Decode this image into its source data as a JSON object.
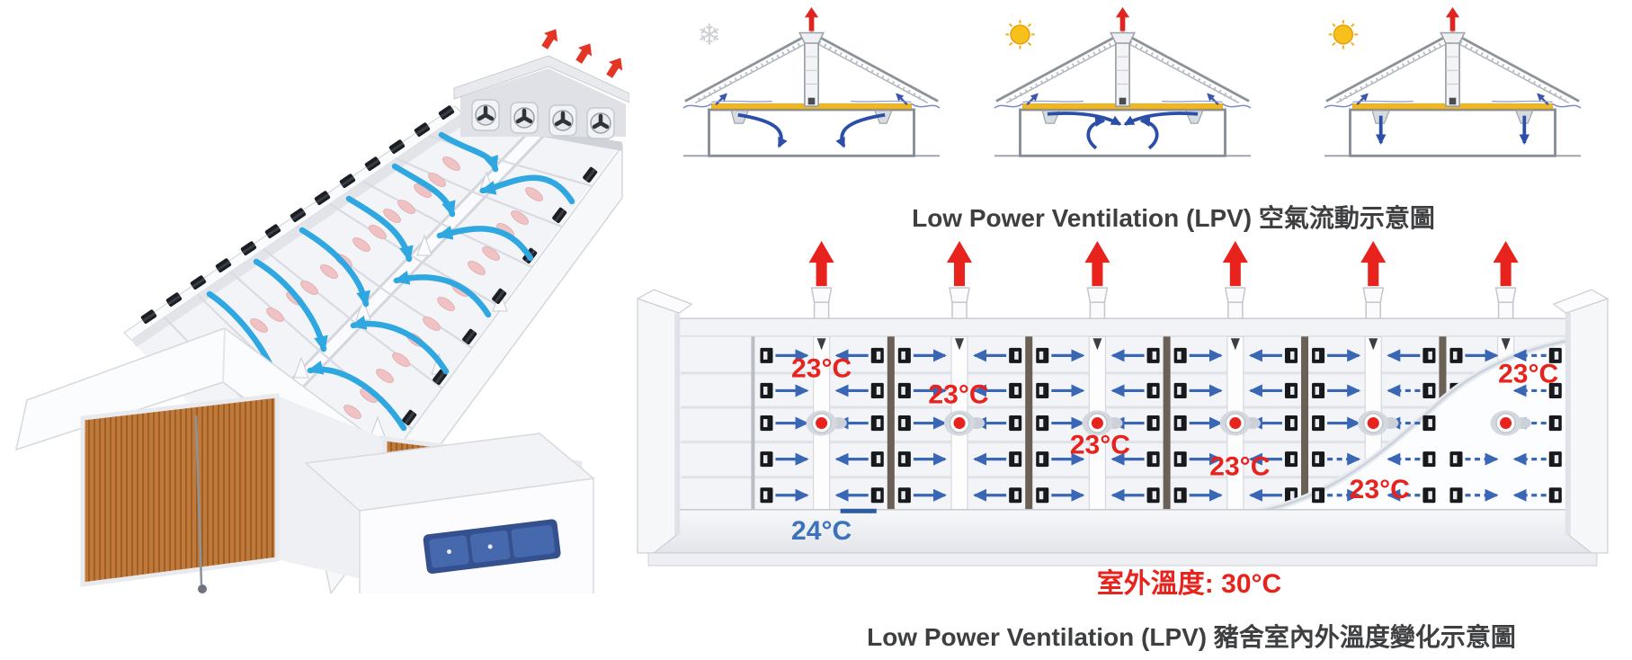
{
  "figure": {
    "airflow_section": {
      "caption": "Low Power Ventilation (LPV) 空氣流動示意圖",
      "modes": [
        {
          "name": "winter-mode",
          "icon": "snowflake-icon",
          "glyph": "❄"
        },
        {
          "name": "mild-mode",
          "icon": "sun-icon"
        },
        {
          "name": "hot-mode",
          "icon": "sun-icon"
        }
      ]
    },
    "temperature_section": {
      "caption": "Low Power Ventilation (LPV) 豬舍室內外溫度變化示意圖",
      "outdoor_temperature_label": "室外溫度: 30°C",
      "corridor_temperature": "24°C",
      "room_temperatures": [
        "23°C",
        "23°C",
        "23°C",
        "23°C",
        "23°C",
        "23°C"
      ]
    },
    "icons": {
      "exhaust": "red-up-arrow-icon",
      "inlet_flow": "blue-arrow-icon",
      "barn_airflow": "cyan-curved-arrow-icon",
      "weather_cold": "snowflake-icon",
      "weather_hot": "sun-icon"
    },
    "colors": {
      "exhaust_red": "#e8231d",
      "flow_blue": "#3a67b5",
      "stream_cyan": "#2fa7e0",
      "corridor_blue": "#3b72b8",
      "ceiling_yellow": "#f0b81e",
      "cooling_pad_orange": "#c0793a",
      "caption_gray": "#3e3f41"
    }
  }
}
